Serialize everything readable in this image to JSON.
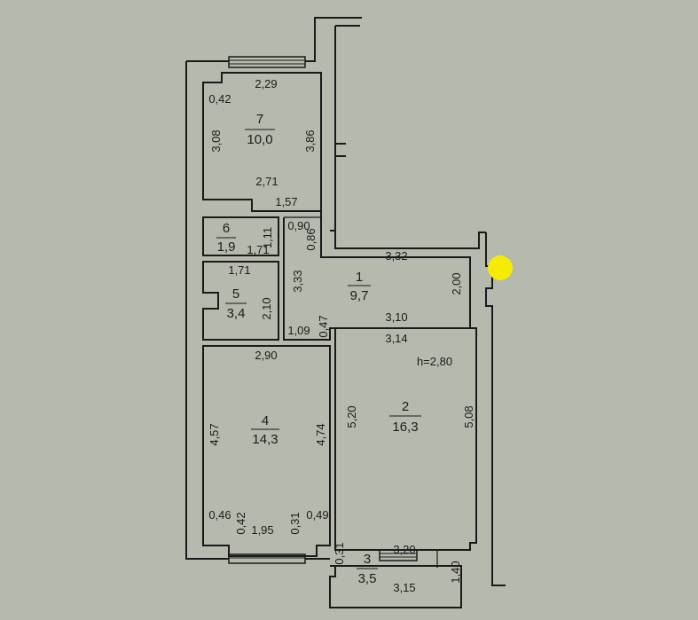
{
  "plan": {
    "background_color": "#b6b9ad",
    "line_color": "#1a1a1a",
    "ceiling_height": "h=2,80",
    "marker": {
      "name": "yellow-dot",
      "color": "#f5ec00"
    },
    "rooms": [
      {
        "number": "1",
        "area": "9,7"
      },
      {
        "number": "2",
        "area": "16,3"
      },
      {
        "number": "3",
        "area": "3,5"
      },
      {
        "number": "4",
        "area": "14,3"
      },
      {
        "number": "5",
        "area": "3,4"
      },
      {
        "number": "6",
        "area": "1,9"
      },
      {
        "number": "7",
        "area": "10,0"
      }
    ],
    "dims": {
      "r7_top": "2,29",
      "r7_corner": "0,42",
      "r7_left": "3,08",
      "r7_right": "3,86",
      "r7_bottom": "2,71",
      "r7_step": "1,57",
      "r6_right": "1,11",
      "r6_bottom": "1,71",
      "corr_090": "0,90",
      "corr_086": "0,86",
      "r5_top": "1,71",
      "r5_right": "2,10",
      "corr_333": "3,33",
      "corr_109": "1,09",
      "corr_047": "0,47",
      "r1_top": "3,32",
      "r1_right": "2,00",
      "r1_bottom": "3,10",
      "r2_top": "3,14",
      "r2_left": "5,20",
      "r2_right": "5,08",
      "r4_top": "2,90",
      "r4_left": "4,57",
      "r4_right": "4,74",
      "r4_bl_corner": "0,46",
      "r4_bl_depth": "0,42",
      "r4_bottom": "1,95",
      "r4_br_depth": "0,31",
      "r4_br_corner": "0,49",
      "r3_left": "0,31",
      "r3_top": "3,20",
      "r3_right": "1,40",
      "r3_bottom": "3,15"
    }
  }
}
